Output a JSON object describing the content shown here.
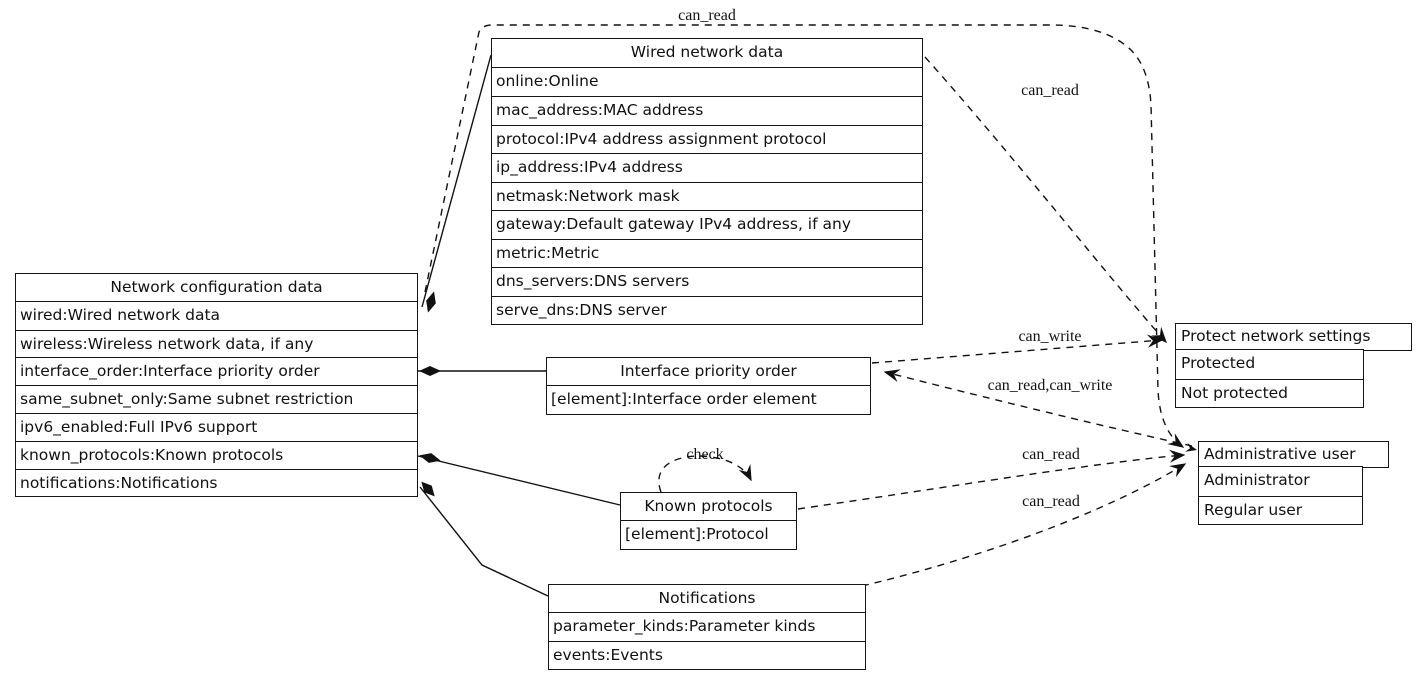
{
  "diagram": {
    "colors": {
      "background": "#ffffff",
      "line": "#000000",
      "text": "#000000"
    },
    "nodes": {
      "network_config": {
        "title": "Network configuration data",
        "rows": [
          "wired:Wired network data",
          "wireless:Wireless network data, if any",
          "interface_order:Interface priority order",
          "same_subnet_only:Same subnet restriction",
          "ipv6_enabled:Full IPv6 support",
          "known_protocols:Known protocols",
          "notifications:Notifications"
        ]
      },
      "wired": {
        "title": "Wired network data",
        "rows": [
          "online:Online",
          "mac_address:MAC address",
          "protocol:IPv4 address assignment protocol",
          "ip_address:IPv4 address",
          "netmask:Network mask",
          "gateway:Default gateway IPv4 address, if any",
          "metric:Metric",
          "dns_servers:DNS servers",
          "serve_dns:DNS server"
        ]
      },
      "interface_order": {
        "title": "Interface priority order",
        "rows": [
          "[element]:Interface order element"
        ]
      },
      "known_protocols": {
        "title": "Known protocols",
        "rows": [
          "[element]:Protocol"
        ]
      },
      "notifications": {
        "title": "Notifications",
        "rows": [
          "parameter_kinds:Parameter kinds",
          "events:Events"
        ]
      },
      "protect": {
        "title": "Protect network settings",
        "rows": [
          "Protected",
          "Not protected"
        ]
      },
      "admin": {
        "title": "Administrative user",
        "rows": [
          "Administrator",
          "Regular user"
        ]
      }
    },
    "edges": {
      "config_can_read": {
        "label": "can_read",
        "from": "Network configuration data",
        "to": "Administrative user"
      },
      "wired_can_read": {
        "label": "can_read",
        "from": "Wired network data",
        "to": "Protect network settings"
      },
      "interface_can_write": {
        "label": "can_write",
        "from": "Interface priority order",
        "to": "Protect network settings"
      },
      "interface_can_read_write": {
        "label": "can_read,can_write",
        "from": "Administrative user",
        "to": "Interface priority order"
      },
      "known_can_read": {
        "label": "can_read",
        "from": "Known protocols",
        "to": "Administrative user"
      },
      "notifications_can_read": {
        "label": "can_read",
        "from": "Notifications",
        "to": "Administrative user"
      },
      "check_loop": {
        "label": "check",
        "from": "Known protocols",
        "to": "Known protocols"
      }
    }
  }
}
